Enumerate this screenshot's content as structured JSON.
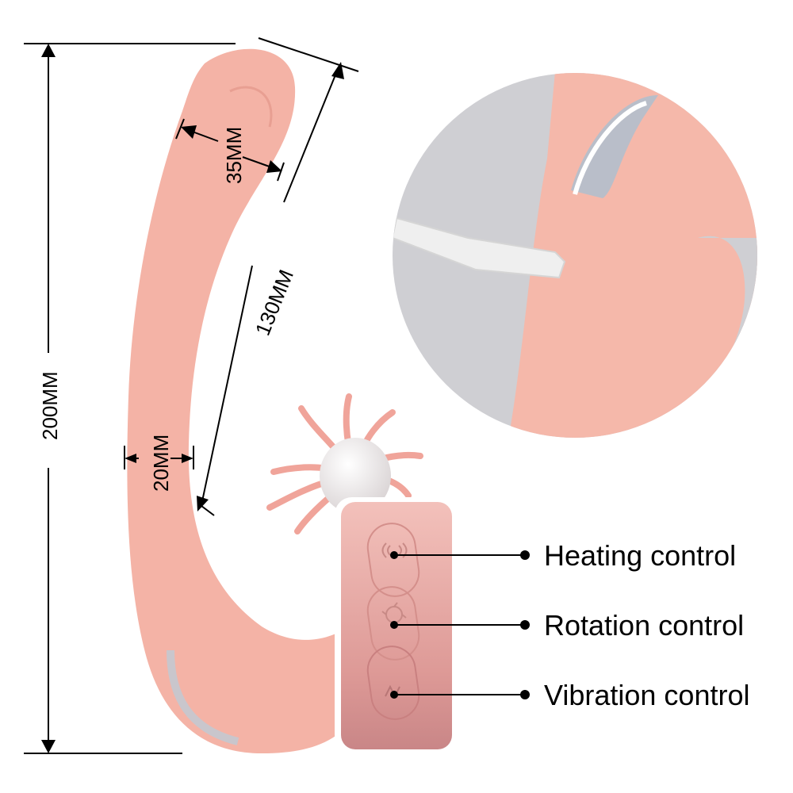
{
  "dimensions": {
    "total_height": "200MM",
    "arm_length": "130MM",
    "tip_width": "35MM",
    "shaft_width": "20MM"
  },
  "callouts": [
    {
      "label": "Heating control",
      "icon": "heat-waves-icon"
    },
    {
      "label": "Rotation control",
      "icon": "swirl-icon"
    },
    {
      "label": "Vibration control",
      "icon": "zigzag-icon"
    }
  ],
  "inset": {
    "description": "charging-port-closeup"
  },
  "colors": {
    "body": "#f4b3a6",
    "body_light": "#fbd2c8",
    "panel": "#e8a7a2",
    "inset_bg": "#cfcfd3",
    "line": "#000000"
  }
}
